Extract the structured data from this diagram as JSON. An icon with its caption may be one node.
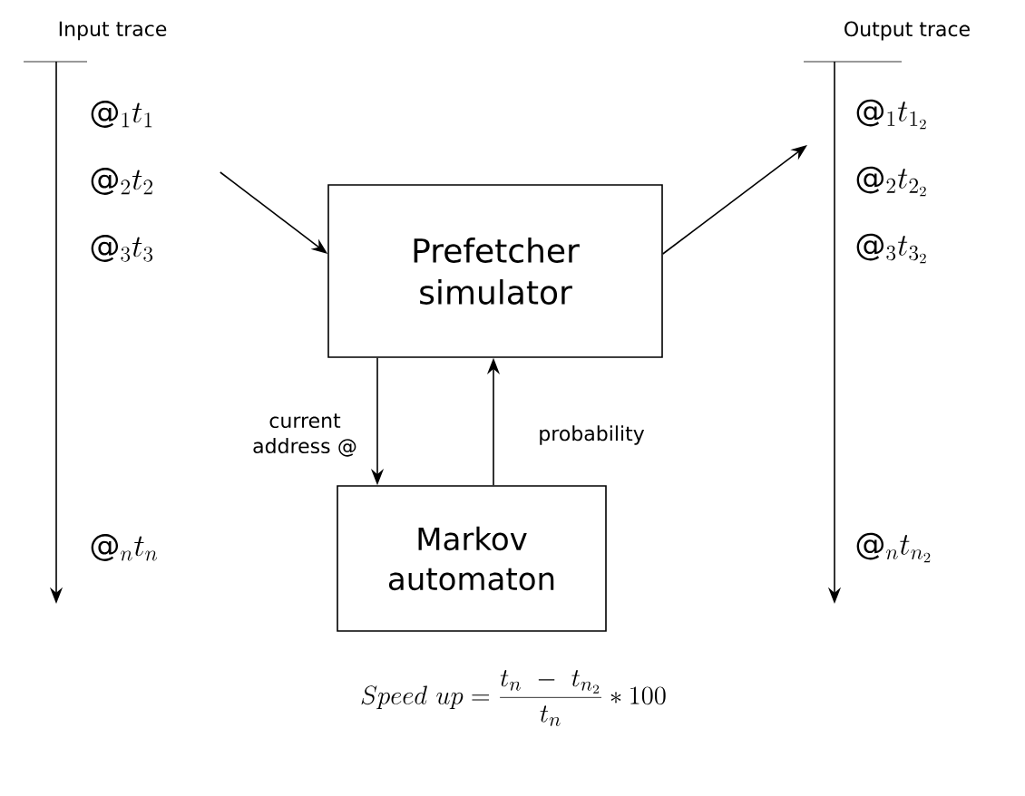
{
  "diagram": {
    "nodes": [
      {
        "text": [
          "Input trace",
          "@_1 t_1",
          "@_2 t_2",
          "@_3 t_3",
          "@_n t_n"
        ]
      },
      {
        "text": [
          "Prefetcher simulator"
        ]
      },
      {
        "text": [
          "Markov automaton"
        ]
      },
      {
        "text": [
          "Output trace",
          "@_1 t_{1_2}",
          "@_2 t_{2_2}",
          "@_3 t_{3_2}",
          "@_n t_{n_2}"
        ]
      }
    ],
    "edges": [
      {
        "from": 0,
        "to": 1,
        "arrow": "to"
      },
      {
        "from": 1,
        "to": 3,
        "arrow": "to"
      },
      {
        "from": 1,
        "to": 2,
        "arrow": "to",
        "label": "current address @"
      },
      {
        "from": 2,
        "to": 1,
        "arrow": "to",
        "label": "probability"
      }
    ],
    "labels": [
      "Speed\\ up = \\frac{t_n\\ -\\ t_{n_2}}{t_n} * 100"
    ]
  }
}
